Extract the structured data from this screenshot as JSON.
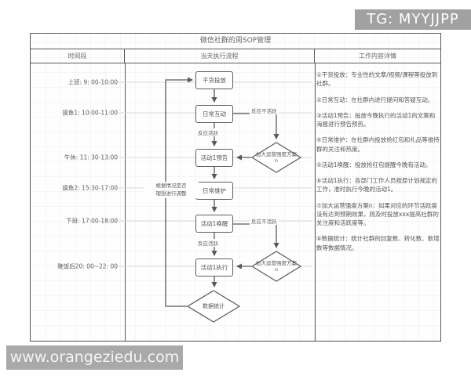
{
  "overlay": {
    "tg_badge": "TG: MYYJJPP",
    "watermark": "www.orangeziedu.com"
  },
  "table": {
    "title": "微信社群的周SOP管理",
    "columns": [
      "时间段",
      "当天执行流程",
      "工作内容详情"
    ]
  },
  "timeline": {
    "items": [
      "上班: 9: 00-10:00",
      "摸鱼1: 10:00-11:00",
      "午休: 11: 30-13:00",
      "摸鱼2: 15:30-17:00",
      "下班: 17:00-18:00",
      "晚饭后20: 00~22: 00"
    ]
  },
  "flowchart": {
    "nodes": {
      "ganhuo": "干货投放",
      "richang_hudong": "日常互动",
      "huodong_yugao": "活动1预告",
      "richang_weihu": "日常维护",
      "huodong_huanxing": "活动1唤醒",
      "huodong_zhixing": "活动1执行",
      "shuju_tongji": "数据统计",
      "jiada_yunying": "加大运营强度方案n"
    },
    "edge_labels": {
      "active": "反应活跃",
      "inactive": "反应不活跃"
    },
    "loop_label_line1": "根据情况是否",
    "loop_label_line2": "理想进行调整"
  },
  "details": {
    "items": [
      "①干货投放：专业性的文章/视频/课程等投放到社群。",
      "②日常互动：在社群内进行提问和答疑互动。",
      "③活动1预告：投放今晚执行的活动1的文案和海报进行预告预热。",
      "④日常维护：在社群内投放抢红包和礼品等维持群的关注和热度。",
      "⑤活动1唤醒：投放抢红包提醒今晚有活动。",
      "⑥活动1执行：各部门工作人员按原计划规定的工作，准时执行今晚的活动1。",
      "⑦加大运营强度方案n：如果对应的环节活跃度没有达到预期效果，则及时投放xxx提高社群的关注度和活跃度等。",
      "⑧数据统计：统计社群的回复数、转化数、新增数等数据情况。"
    ]
  },
  "colors": {
    "badge_bg": "#a1a1a1",
    "watermark_bg": "#a9a9a9",
    "table_border": "#5a5a5a",
    "faint_line": "#d8d8d8",
    "text": "#555555"
  }
}
